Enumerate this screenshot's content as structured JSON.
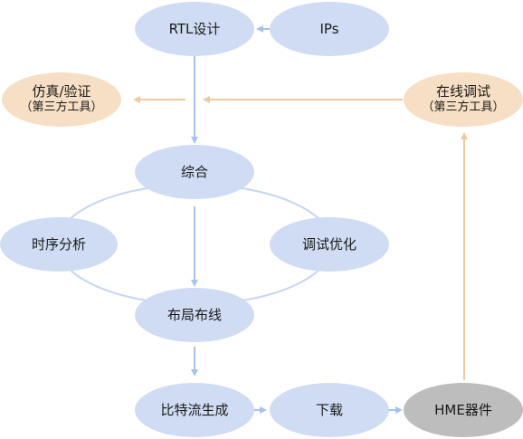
{
  "nodes": {
    "rtl": "RTL设计",
    "ips": "IPs",
    "sim": {
      "title": "仿真/验证",
      "sub": "（第三方工具）"
    },
    "debug_online": {
      "title": "在线调试",
      "sub": "（第三方工具）"
    },
    "synthesis": "综合",
    "timing": "时序分析",
    "optimize": "调试优化",
    "place_route": "布局布线",
    "bitstream": "比特流生成",
    "download": "下载",
    "device": "HME器件"
  },
  "colors": {
    "blue_fill": "#cfdcf3",
    "orange_fill": "#f6dfc4",
    "gray_fill": "#bdbdbd",
    "blue_arrow": "#a9c2ea",
    "orange_arrow": "#efc9a2"
  }
}
